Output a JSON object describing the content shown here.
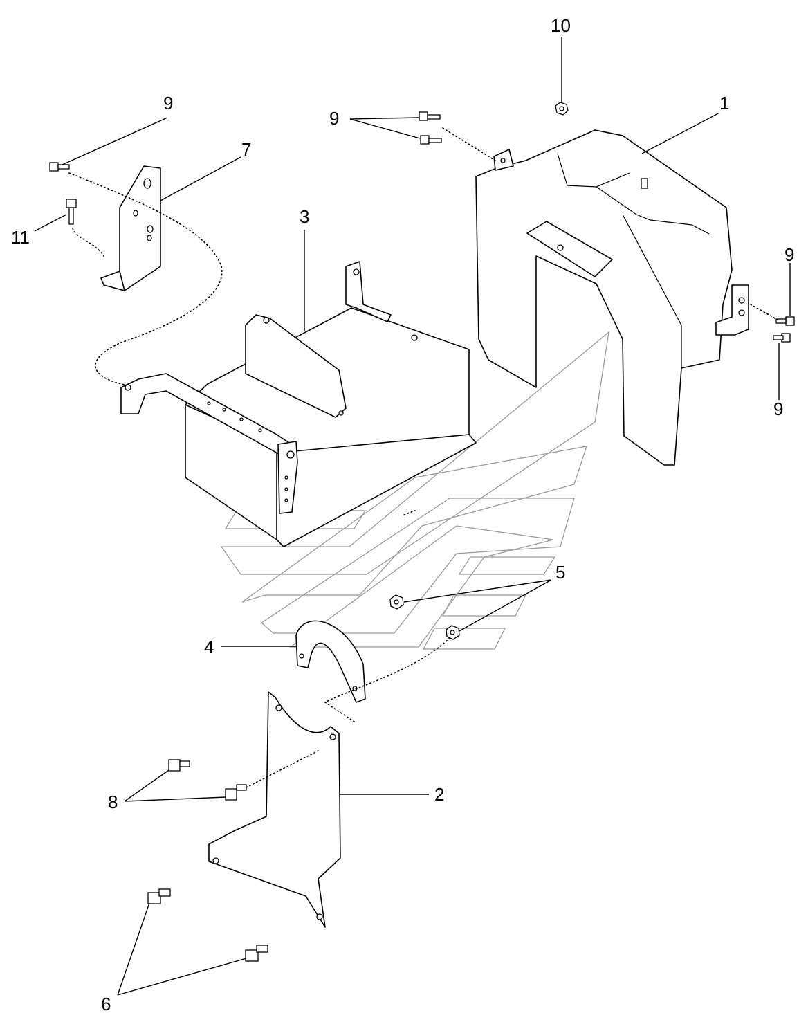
{
  "callouts": {
    "c1": "1",
    "c2": "2",
    "c3": "3",
    "c4": "4",
    "c5": "5",
    "c6": "6",
    "c7": "7",
    "c8": "8",
    "c9a": "9",
    "c9b": "9",
    "c9c": "9",
    "c9d": "9",
    "c10": "10",
    "c11": "11"
  },
  "colors": {
    "line": "#000000",
    "watermark": "#9a9a9a",
    "background": "#ffffff"
  }
}
